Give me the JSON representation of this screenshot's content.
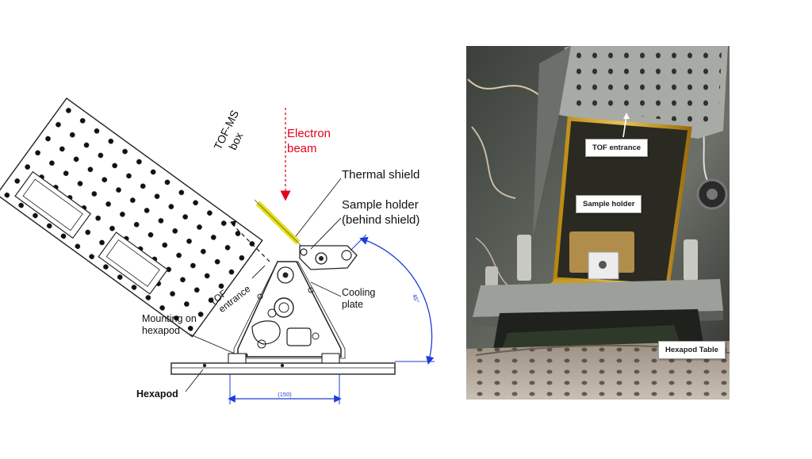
{
  "drawing": {
    "electron_beam": [
      "Electron",
      "beam"
    ],
    "tof_ms_box": [
      "TOF-MS",
      "box"
    ],
    "thermal_shield": "Thermal shield",
    "sample_holder": [
      "Sample holder",
      "(behind shield)"
    ],
    "tof_entrance": [
      "TOF",
      "entrance"
    ],
    "cooling_plate": [
      "Cooling",
      "plate"
    ],
    "mounting_on_hexapod": [
      "Mounting on",
      "hexapod"
    ],
    "hexapod": "Hexapod",
    "dimension_150": "(150)",
    "angle_45": "45°"
  },
  "photo": {
    "tof_entrance": "TOF entrance",
    "sample_holder": "Sample holder",
    "hexapod_table": "Hexapod Table"
  },
  "colors": {
    "electron_beam": "#e8001c",
    "dimension_lines": "#1e3cd8",
    "thermal_shield": "#e7df14",
    "drawing_lines": "#222222"
  }
}
